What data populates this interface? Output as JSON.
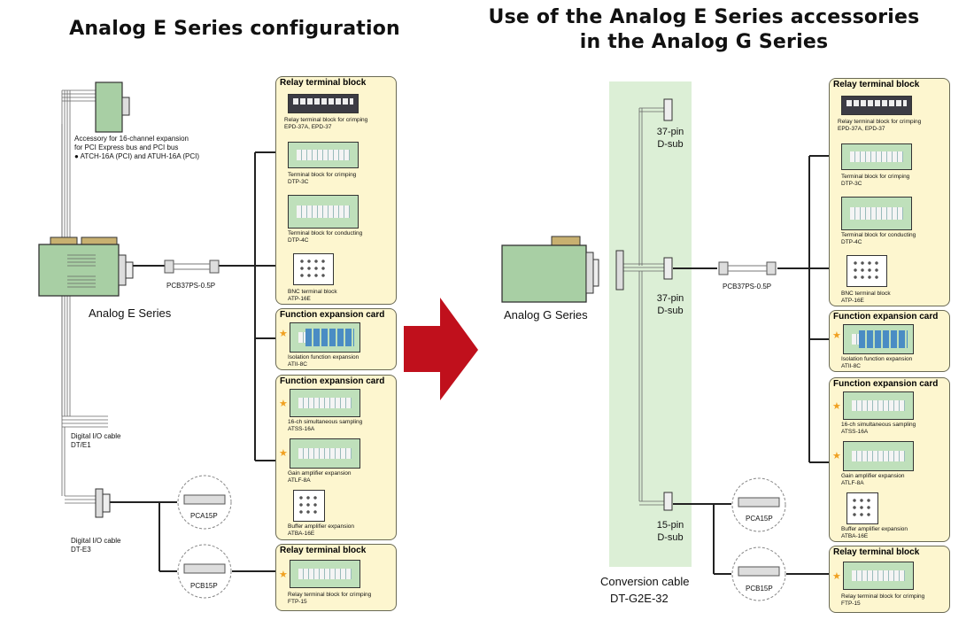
{
  "left": {
    "title": "Analog E Series configuration",
    "board_label": "Analog E Series",
    "cable_label": "PCB37PS-0.5P",
    "expansion_accessory": {
      "line1": "Accessory for 16-channel expansion",
      "line2": "for PCI Express bus and PCI bus",
      "line3": "● ATCH-16A (PCI) and ATUH-16A (PCI)"
    },
    "digital_io_1": {
      "line1": "Digital I/O cable",
      "line2": "DT/E1"
    },
    "digital_io_2": {
      "line1": "Digital I/O cable",
      "line2": "DT-E3"
    },
    "circle1": "PCA15P",
    "circle2": "PCB15P"
  },
  "right": {
    "title_line1": "Use of the Analog E Series accessories",
    "title_line2": "in the Analog G Series",
    "board_label": "Analog G Series",
    "cable_label": "PCB37PS-0.5P",
    "connector1": {
      "line1": "37-pin",
      "line2": "D-sub"
    },
    "connector2": {
      "line1": "37-pin",
      "line2": "D-sub"
    },
    "connector3": {
      "line1": "15-pin",
      "line2": "D-sub"
    },
    "conversion_line1": "Conversion cable",
    "conversion_line2": "DT-G2E-32",
    "circle1": "PCA15P",
    "circle2": "PCB15P"
  },
  "panels": {
    "relay_title": "Relay terminal block",
    "func_title": "Function expansion card",
    "relay_items": [
      {
        "line1": "Relay terminal block for crimping",
        "line2": "EPD-37A, EPD-37"
      },
      {
        "line1": "Terminal block for crimping",
        "line2": "DTP-3C"
      },
      {
        "line1": "Terminal block for conducting",
        "line2": "DTP-4C"
      },
      {
        "line1": "BNC terminal block",
        "line2": "ATP-16E"
      }
    ],
    "func1_items": [
      {
        "line1": "Isolation function expansion",
        "line2": "ATII-8C"
      }
    ],
    "func2_items": [
      {
        "line1": "16-ch simultaneous sampling",
        "line2": "ATSS-16A"
      },
      {
        "line1": "Gain amplifier expansion",
        "line2": "ATLF-8A"
      },
      {
        "line1": "Buffer amplifier expansion",
        "line2": "ATBA-16E"
      }
    ],
    "relay2_title": "Relay terminal block",
    "relay2_items": [
      {
        "line1": "Relay terminal block for crimping",
        "line2": "FTP-15"
      }
    ]
  },
  "colors": {
    "panel_bg": "#fdf6cf",
    "board_green": "#a8cfa4",
    "arrow_red": "#c0101c",
    "star": "#f0a020",
    "band": "#dcefd6"
  }
}
